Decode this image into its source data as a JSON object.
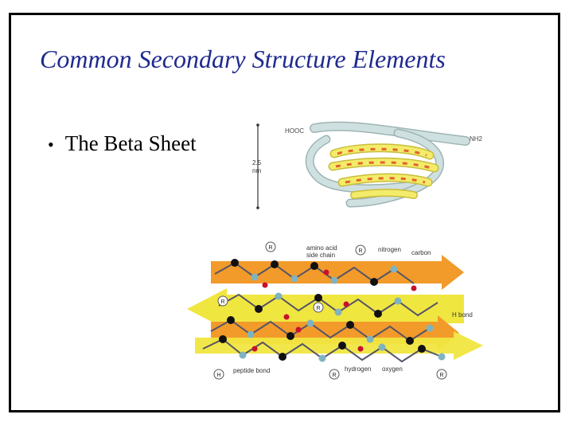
{
  "slide": {
    "title": "Common Secondary Structure Elements",
    "bullet_symbol": "•",
    "bullet_text": "The Beta Sheet"
  },
  "figure_top": {
    "label_hooc": "HOOC",
    "label_nh2": "NH2",
    "scale_value": "2.5",
    "scale_unit": "nm"
  },
  "figure_bottom": {
    "labels": {
      "amino_acid_side_chain_line1": "amino acid",
      "amino_acid_side_chain_line2": "side chain",
      "nitrogen": "nitrogen",
      "carbon": "carbon",
      "h_bond": "H bond",
      "peptide_bond": "peptide bond",
      "hydrogen": "hydrogen",
      "oxygen": "oxygen"
    },
    "r_group": "R",
    "h_atom": "H"
  },
  "colors": {
    "title": "#1f2a8f",
    "ribbon_gray": "#c9dcdc",
    "ribbon_yellow": "#f3ec6a",
    "arrow_orange": "#f29a2a",
    "arrow_yellow": "#f0e640",
    "atom_black": "#111111",
    "atom_teal": "#7fb3c0",
    "atom_red": "#c8102e"
  }
}
